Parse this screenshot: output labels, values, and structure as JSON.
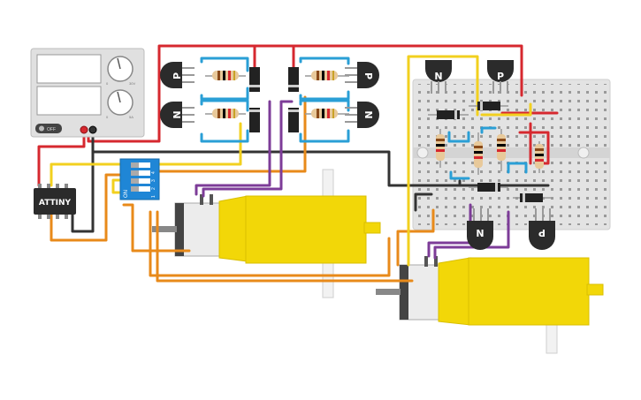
{
  "power_supply": {
    "button_label": "OFF",
    "knob_labels": [
      "0",
      "30V",
      "0",
      "5A"
    ]
  },
  "microcontroller": {
    "label": "ATTINY"
  },
  "dip_switch": {
    "on_label": "ON",
    "numbers": [
      "1",
      "2",
      "3",
      "4"
    ]
  },
  "transistors": {
    "left_top": "P",
    "left_bottom": "N",
    "right_top": "P",
    "right_bottom": "N",
    "bb_top_left": "N",
    "bb_top_right": "P",
    "bb_bottom_left": "N",
    "bb_bottom_right": "P"
  },
  "colors": {
    "red": "#d6282f",
    "orange": "#e88a1a",
    "yellow": "#f2d01f",
    "purple": "#7d3c98",
    "blue": "#2a9fd6",
    "black": "#333333",
    "motor_yellow": "#f2d708"
  }
}
